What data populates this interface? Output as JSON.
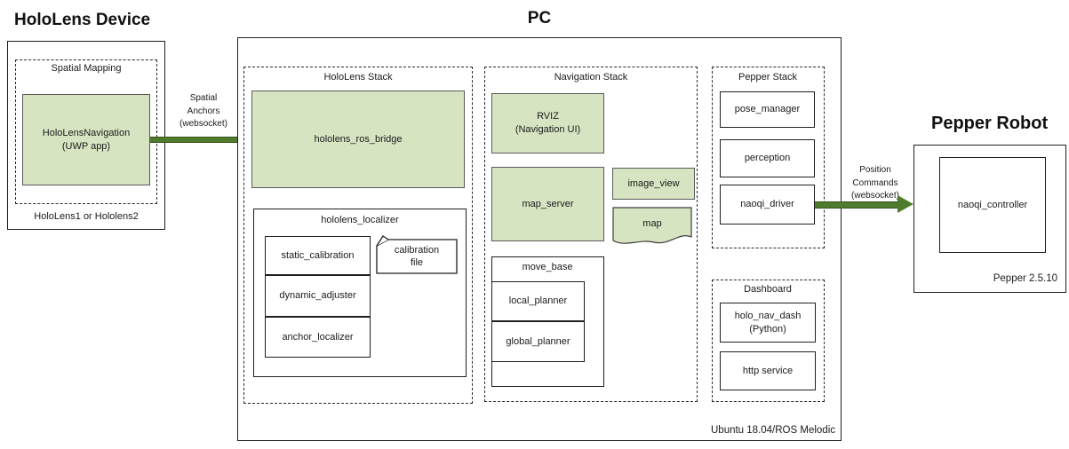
{
  "colors": {
    "green_fill": "#d7e4c2",
    "green_stroke": "#5a5a5a",
    "arrow_green": "#4f7b2d",
    "arrow_dark": "#33551d"
  },
  "titles": {
    "hololens_device": "HoloLens Device",
    "pc": "PC",
    "pepper_robot": "Pepper Robot"
  },
  "hololens_device": {
    "spatial_mapping_label": "Spatial Mapping",
    "app_label": "HoloLensNavigation\n(UWP app)",
    "footer": "HoloLens1 or Hololens2"
  },
  "connections": {
    "spatial_anchors": "Spatial\nAnchors\n(websocket)",
    "position_commands": "Position\nCommands\n(websocket)"
  },
  "pc": {
    "footer": "Ubuntu 18.04/ROS Melodic",
    "hololens_stack": {
      "label": "HoloLens Stack",
      "ros_bridge": "hololens_ros_bridge",
      "localizer": {
        "label": "hololens_localizer",
        "items": [
          "static_calibration",
          "dynamic_adjuster",
          "anchor_localizer"
        ],
        "calibration_file": "calibration\nfile"
      }
    },
    "navigation_stack": {
      "label": "Navigation Stack",
      "rviz": "RVIZ\n(Navigation UI)",
      "map_server": "map_server",
      "image_view": "image_view",
      "map": "map",
      "move_base": {
        "label": "move_base",
        "items": [
          "local_planner",
          "global_planner"
        ]
      }
    },
    "pepper_stack": {
      "label": "Pepper Stack",
      "items": [
        "pose_manager",
        "perception",
        "naoqi_driver"
      ]
    },
    "dashboard": {
      "label": "Dashboard",
      "holo_nav_dash": "holo_nav_dash\n(Python)",
      "http_service": "http service"
    }
  },
  "pepper_robot": {
    "controller": "naoqi_controller",
    "footer": "Pepper 2.5.10"
  }
}
